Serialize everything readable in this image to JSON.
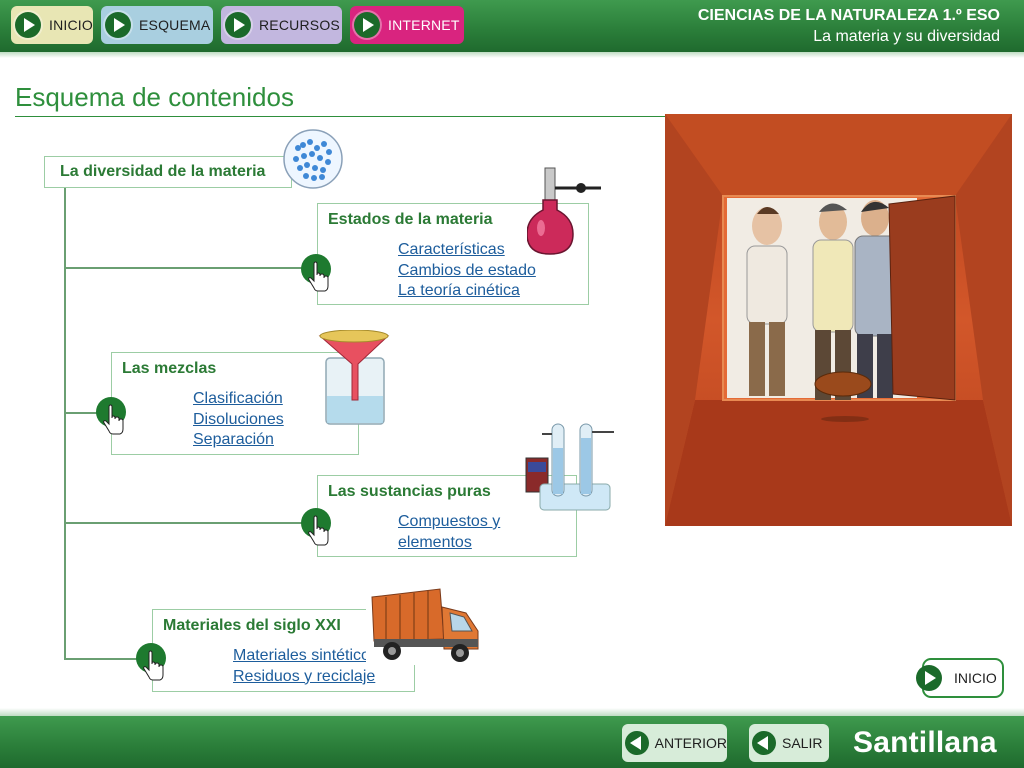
{
  "nav": {
    "inicio": "INICIO",
    "esquema": "ESQUEMA",
    "recursos": "RECURSOS",
    "internet": "INTERNET"
  },
  "course": {
    "title": "CIENCIAS DE LA NATURALEZA 1.º ESO",
    "subtitle": "La materia y su diversidad"
  },
  "page_title": "Esquema de contenidos",
  "tree": {
    "root": "La diversidad de la materia",
    "sections": [
      {
        "heading": "Estados de la materia",
        "links": [
          "Características",
          "Cambios de estado",
          "La teoría cinética"
        ]
      },
      {
        "heading": "Las mezclas",
        "links": [
          "Clasificación",
          "Disoluciones",
          "Separación"
        ]
      },
      {
        "heading": "Las sustancias puras",
        "links": [
          "Compuestos y",
          "elementos"
        ]
      },
      {
        "heading": "Materiales del siglo XXI",
        "links": [
          "Materiales sintéticos",
          "Residuos y reciclaje"
        ]
      }
    ]
  },
  "home_button": "INICIO",
  "footer": {
    "anterior": "ANTERIOR",
    "salir": "SALIR",
    "brand": "Santillana"
  },
  "colors": {
    "bar_green": "#2a7d39",
    "title_green": "#2e8f3c",
    "link_blue": "#1d5d9c",
    "internet_magenta": "#d9247f"
  }
}
